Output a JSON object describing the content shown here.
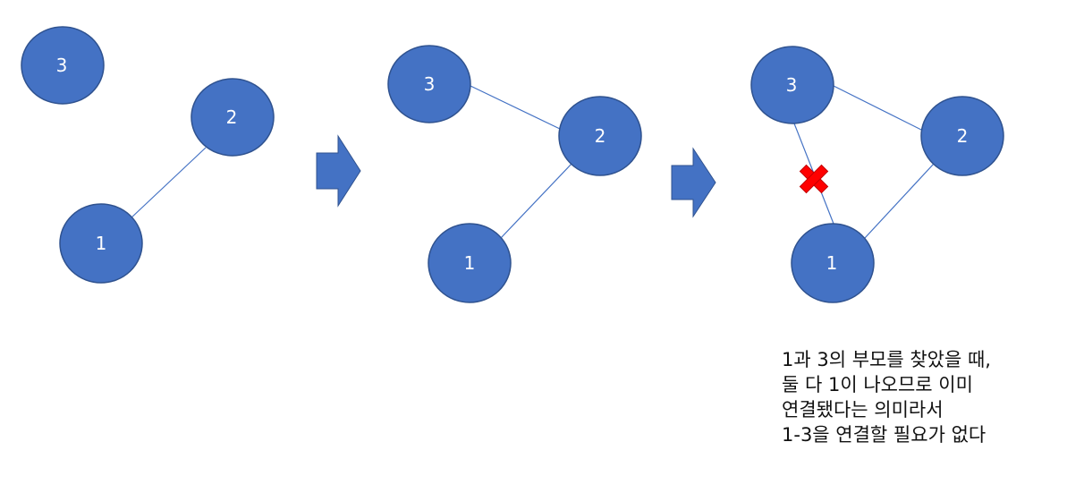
{
  "colors": {
    "node_fill": "#4472c4",
    "node_stroke": "#2f528f",
    "edge": "#4472c4",
    "arrow": "#4472c4",
    "cross": "#ff0000"
  },
  "stages": [
    {
      "nodes": [
        {
          "id": "3",
          "label": "3"
        },
        {
          "id": "2",
          "label": "2"
        },
        {
          "id": "1",
          "label": "1"
        }
      ],
      "edges": [
        [
          "1",
          "2"
        ]
      ]
    },
    {
      "nodes": [
        {
          "id": "3",
          "label": "3"
        },
        {
          "id": "2",
          "label": "2"
        },
        {
          "id": "1",
          "label": "1"
        }
      ],
      "edges": [
        [
          "3",
          "2"
        ],
        [
          "1",
          "2"
        ]
      ]
    },
    {
      "nodes": [
        {
          "id": "3",
          "label": "3"
        },
        {
          "id": "2",
          "label": "2"
        },
        {
          "id": "1",
          "label": "1"
        }
      ],
      "edges": [
        [
          "3",
          "2"
        ],
        [
          "2",
          "1"
        ],
        [
          "3",
          "1"
        ]
      ],
      "rejected_edge": [
        "3",
        "1"
      ]
    }
  ],
  "caption": {
    "line1": "1과 3의 부모를 찾았을 때,",
    "line2": "둘 다 1이 나오므로 이미",
    "line3": "연결됐다는 의미라서",
    "line4": "1-3을 연결할 필요가 없다"
  }
}
